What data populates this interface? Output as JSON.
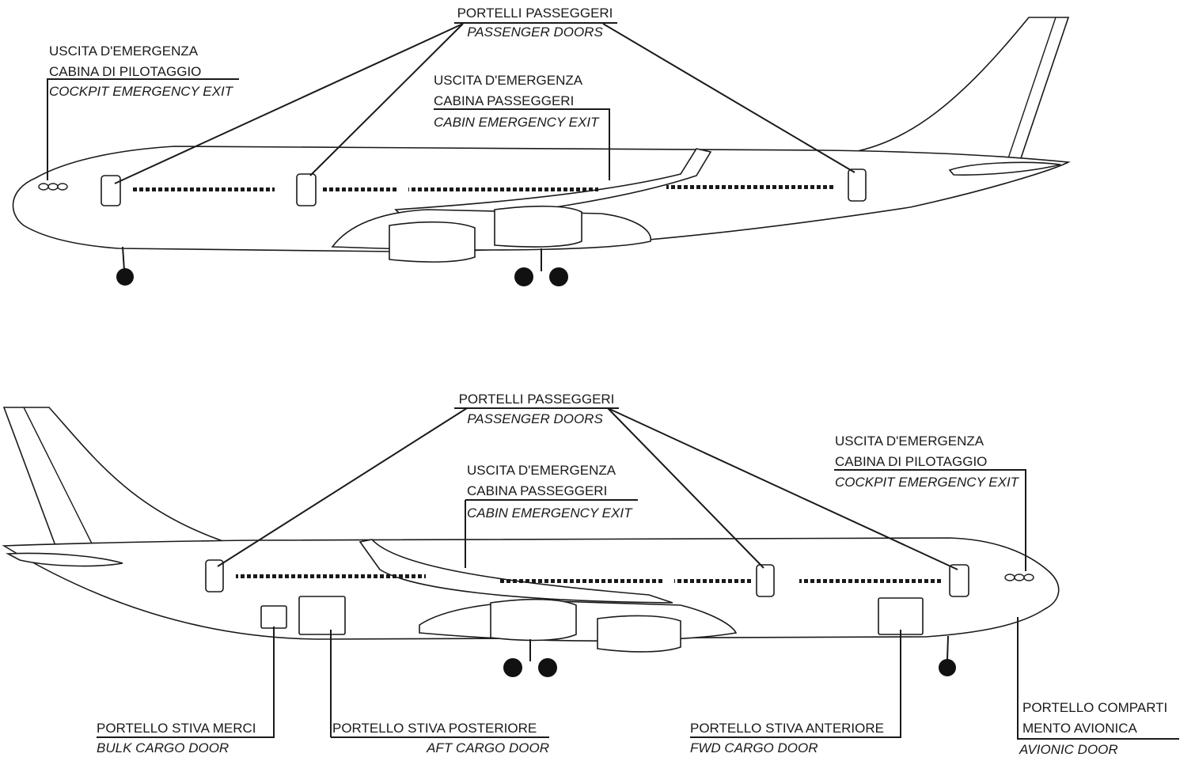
{
  "top_view": {
    "passenger_doors": {
      "it": "PORTELLI PASSEGGERI",
      "en": "PASSENGER DOORS"
    },
    "cockpit_exit": {
      "it1": "USCITA D'EMERGENZA",
      "it2": "CABINA DI PILOTAGGIO",
      "en": "COCKPIT EMERGENCY EXIT"
    },
    "cabin_exit": {
      "it1": "USCITA D'EMERGENZA",
      "it2": "CABINA PASSEGGERI",
      "en": "CABIN EMERGENCY EXIT"
    }
  },
  "bottom_view": {
    "passenger_doors": {
      "it": "PORTELLI PASSEGGERI",
      "en": "PASSENGER DOORS"
    },
    "cabin_exit": {
      "it1": "USCITA D'EMERGENZA",
      "it2": "CABINA PASSEGGERI",
      "en": "CABIN EMERGENCY EXIT"
    },
    "cockpit_exit": {
      "it1": "USCITA D'EMERGENZA",
      "it2": "CABINA DI PILOTAGGIO",
      "en": "COCKPIT EMERGENCY EXIT"
    },
    "bulk_cargo": {
      "it": "PORTELLO STIVA MERCI",
      "en": "BULK CARGO DOOR"
    },
    "aft_cargo": {
      "it": "PORTELLO STIVA POSTERIORE",
      "en": "AFT CARGO DOOR"
    },
    "fwd_cargo": {
      "it": "PORTELLO STIVA ANTERIORE",
      "en": "FWD CARGO DOOR"
    },
    "avionic": {
      "it1": "PORTELLO COMPARTI",
      "it2": "MENTO AVIONICA",
      "en": "AVIONIC DOOR"
    }
  }
}
